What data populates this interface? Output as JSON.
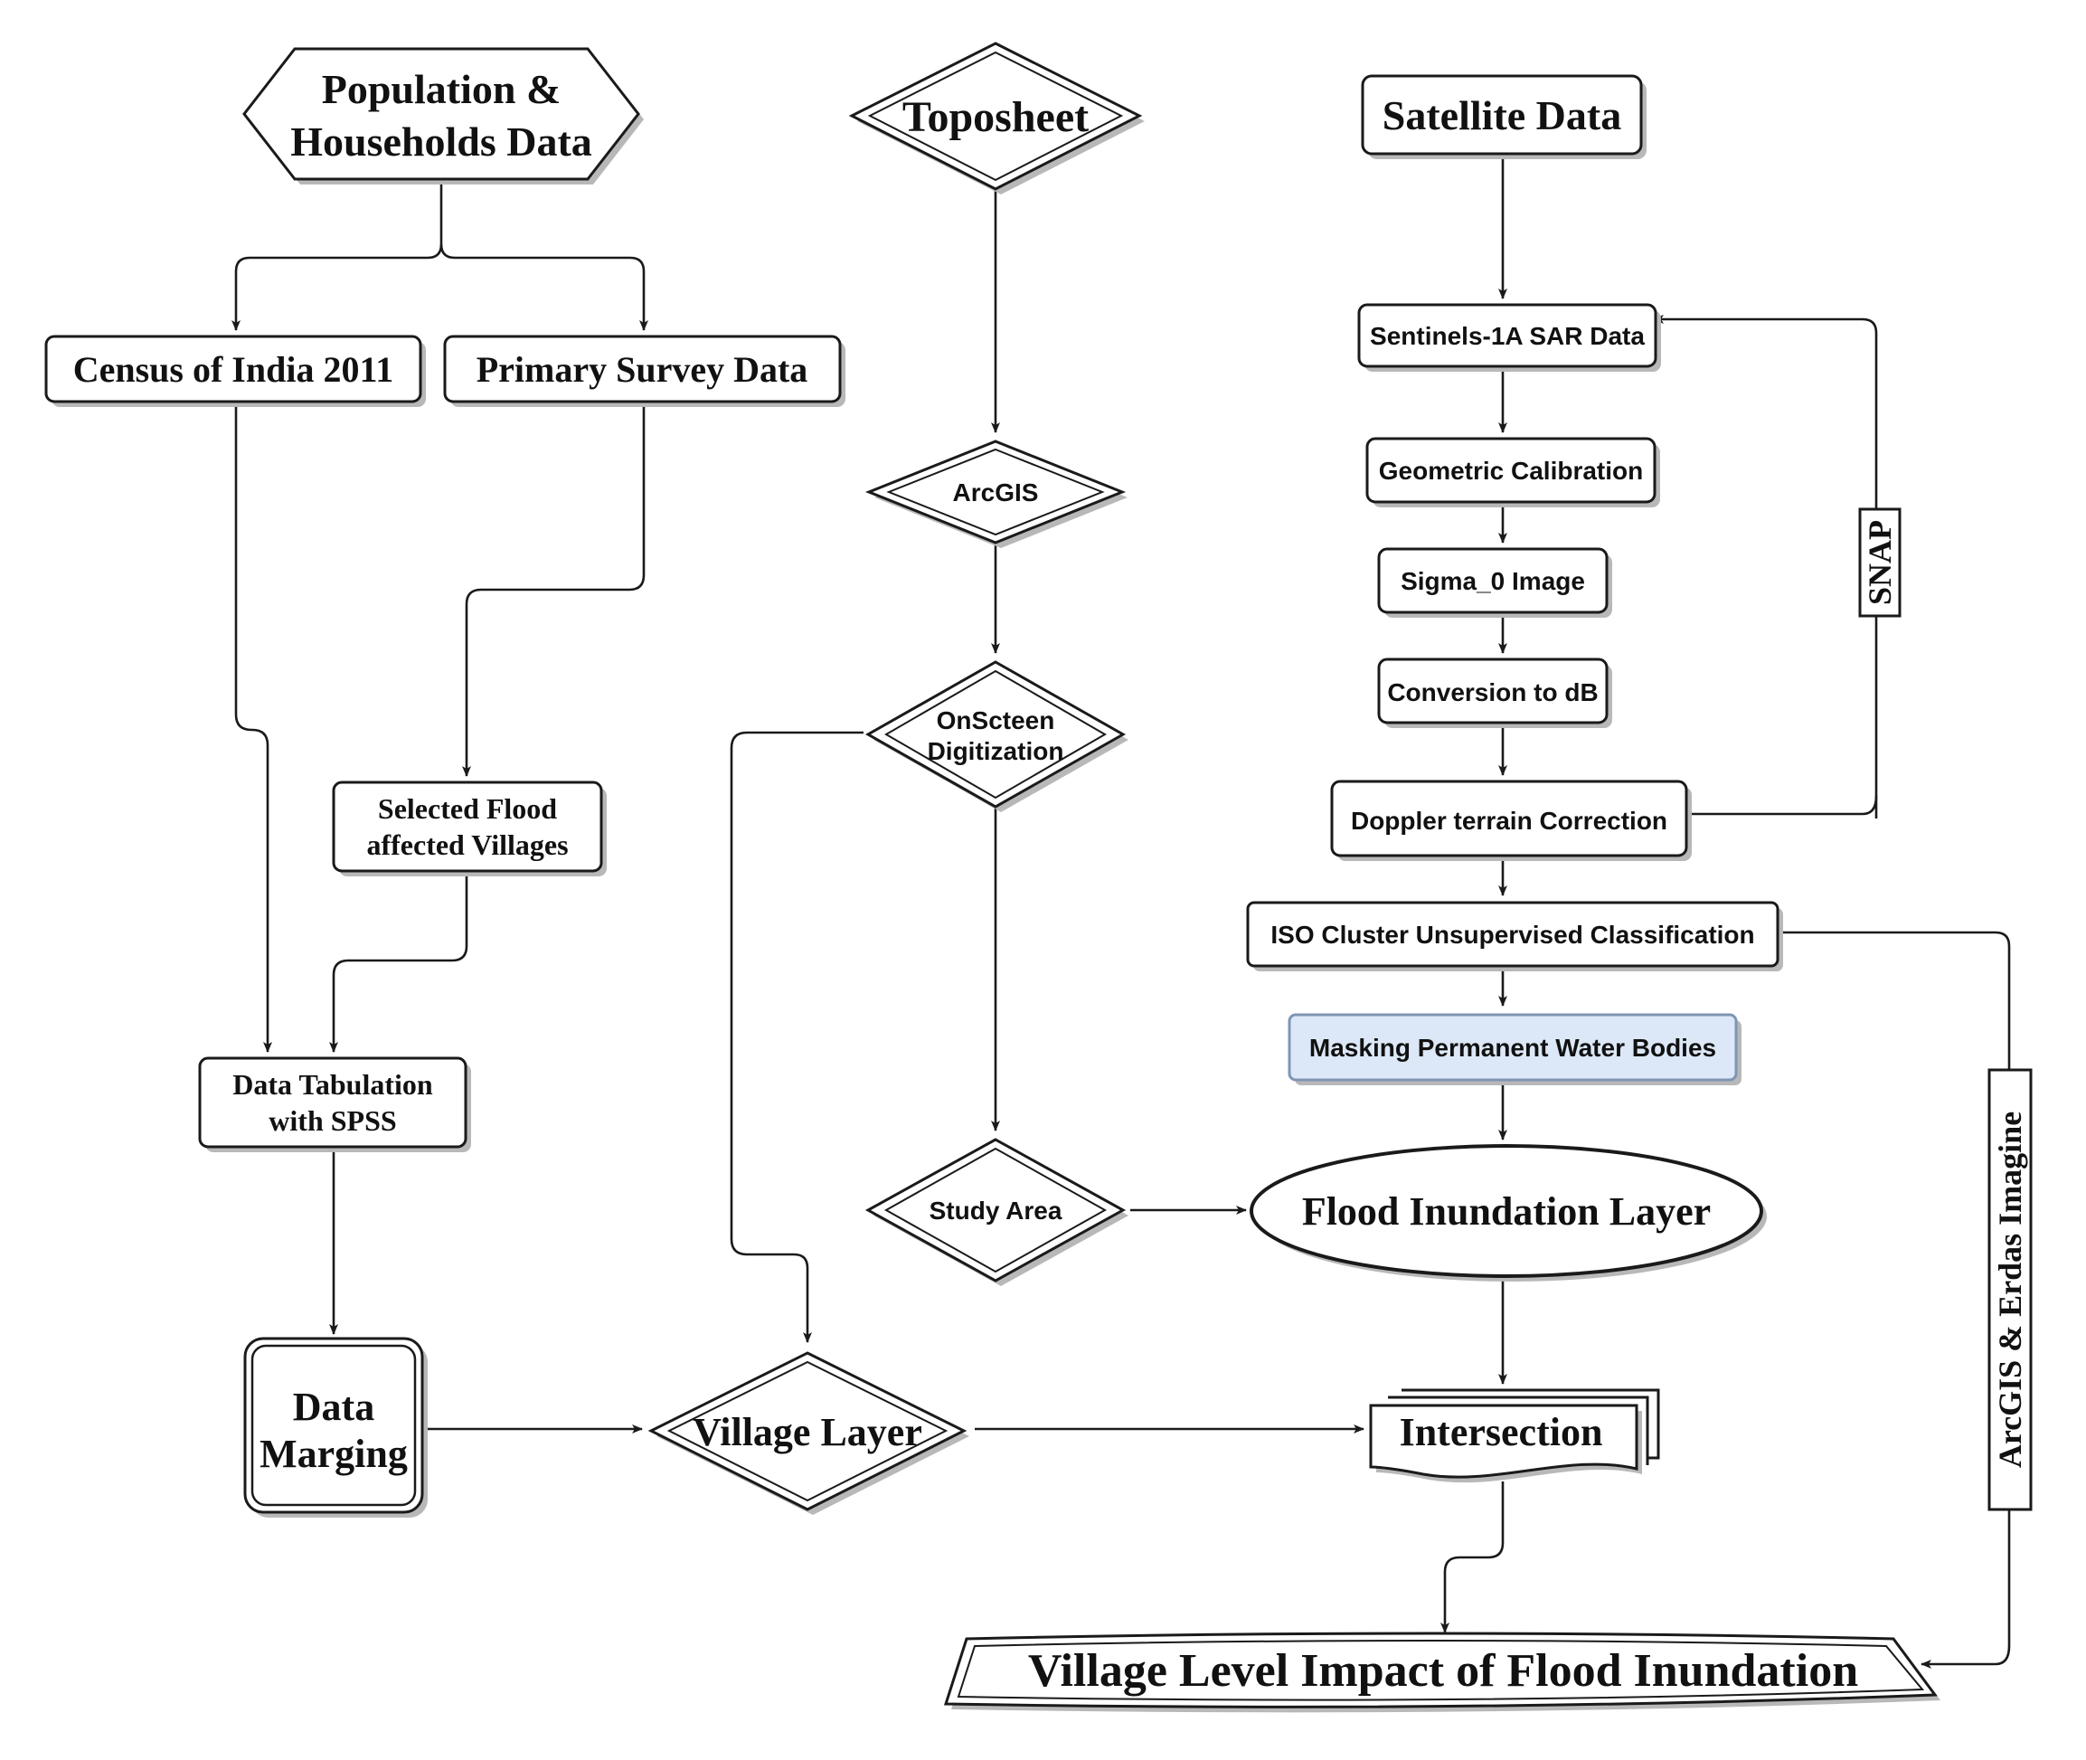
{
  "nodes": {
    "population": [
      "Population &",
      "Households Data"
    ],
    "toposheet": "Toposheet",
    "satellite": "Satellite Data",
    "census": "Census of India 2011",
    "primary_survey": "Primary Survey Data",
    "sentinel": "Sentinels-1A SAR Data",
    "geometric": "Geometric Calibration",
    "arcgis": "ArcGIS",
    "sigma": "Sigma_0 Image",
    "conversion": "Conversion to dB",
    "onscreen": [
      "OnScteen",
      "Digitization"
    ],
    "selected_villages": [
      "Selected Flood",
      "affected Villages"
    ],
    "doppler": "Doppler terrain Correction",
    "iso_cluster": "ISO Cluster Unsupervised Classification",
    "masking": "Masking Permanent Water Bodies",
    "tabulation": [
      "Data Tabulation",
      "with SPSS"
    ],
    "study_area": "Study Area",
    "flood_layer": "Flood Inundation Layer",
    "data_merging": [
      "Data",
      "Marging"
    ],
    "village_layer": "Village Layer",
    "intersection": "Intersection",
    "impact": "Village Level Impact of Flood Inundation"
  },
  "side_labels": {
    "snap": "SNAP",
    "arcgis_erdas": "ArcGIS & Erdas Imagine"
  },
  "colors": {
    "masking_fill": "#dce8f7",
    "masking_stroke": "#7f95b5",
    "line": "#1a1a1a"
  }
}
